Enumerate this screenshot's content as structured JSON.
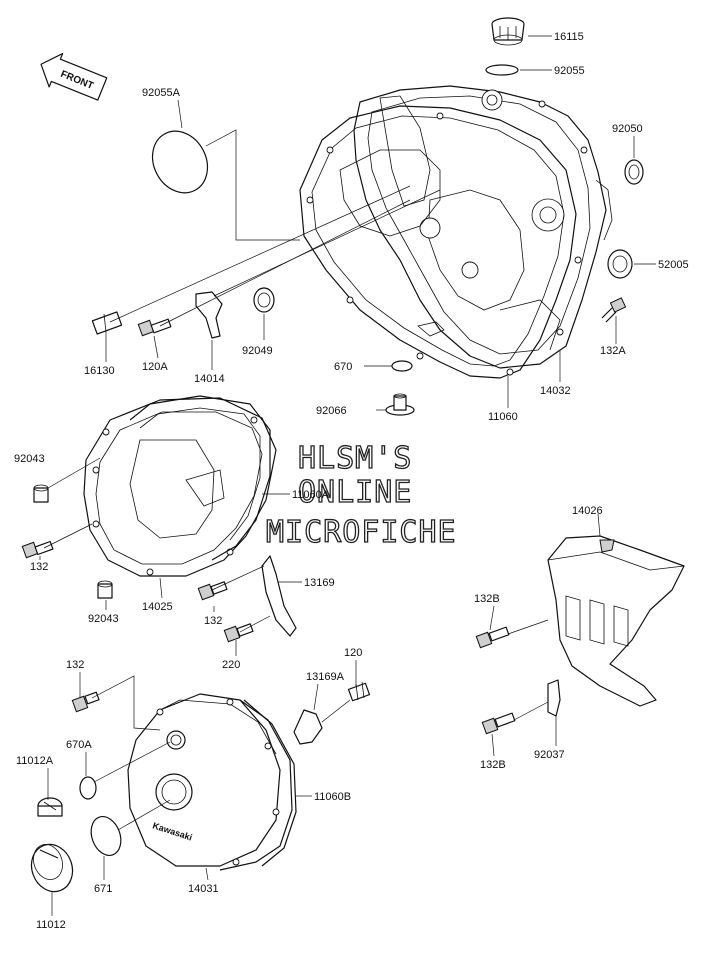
{
  "front_arrow": {
    "label": "FRONT"
  },
  "watermark": {
    "line1": "HLSM'S",
    "line2": "ONLINE",
    "line3": "MICROFICHE"
  },
  "cover_logo": "Kawasaki",
  "parts": [
    {
      "id": "p16115",
      "number": "16115"
    },
    {
      "id": "p92055",
      "number": "92055"
    },
    {
      "id": "p92055A",
      "number": "92055A"
    },
    {
      "id": "p92050",
      "number": "92050"
    },
    {
      "id": "p52005",
      "number": "52005"
    },
    {
      "id": "p132A",
      "number": "132A"
    },
    {
      "id": "p16130",
      "number": "16130"
    },
    {
      "id": "p120A",
      "number": "120A"
    },
    {
      "id": "p14014",
      "number": "14014"
    },
    {
      "id": "p92049",
      "number": "92049"
    },
    {
      "id": "p670",
      "number": "670"
    },
    {
      "id": "p14032",
      "number": "14032"
    },
    {
      "id": "p11060",
      "number": "11060"
    },
    {
      "id": "p92066",
      "number": "92066"
    },
    {
      "id": "p92043a",
      "number": "92043"
    },
    {
      "id": "p11060A",
      "number": "11060A"
    },
    {
      "id": "p132a",
      "number": "132"
    },
    {
      "id": "p14025",
      "number": "14025"
    },
    {
      "id": "p92043b",
      "number": "92043"
    },
    {
      "id": "p132b",
      "number": "132"
    },
    {
      "id": "p13169",
      "number": "13169"
    },
    {
      "id": "p220",
      "number": "220"
    },
    {
      "id": "p14026",
      "number": "14026"
    },
    {
      "id": "p132B1",
      "number": "132B"
    },
    {
      "id": "p132c",
      "number": "132"
    },
    {
      "id": "p13169A",
      "number": "13169A"
    },
    {
      "id": "p120",
      "number": "120"
    },
    {
      "id": "p670A",
      "number": "670A"
    },
    {
      "id": "p11012A",
      "number": "11012A"
    },
    {
      "id": "p11060B",
      "number": "11060B"
    },
    {
      "id": "p92037",
      "number": "92037"
    },
    {
      "id": "p132B2",
      "number": "132B"
    },
    {
      "id": "p671",
      "number": "671"
    },
    {
      "id": "p14031",
      "number": "14031"
    },
    {
      "id": "p11012",
      "number": "11012"
    }
  ]
}
